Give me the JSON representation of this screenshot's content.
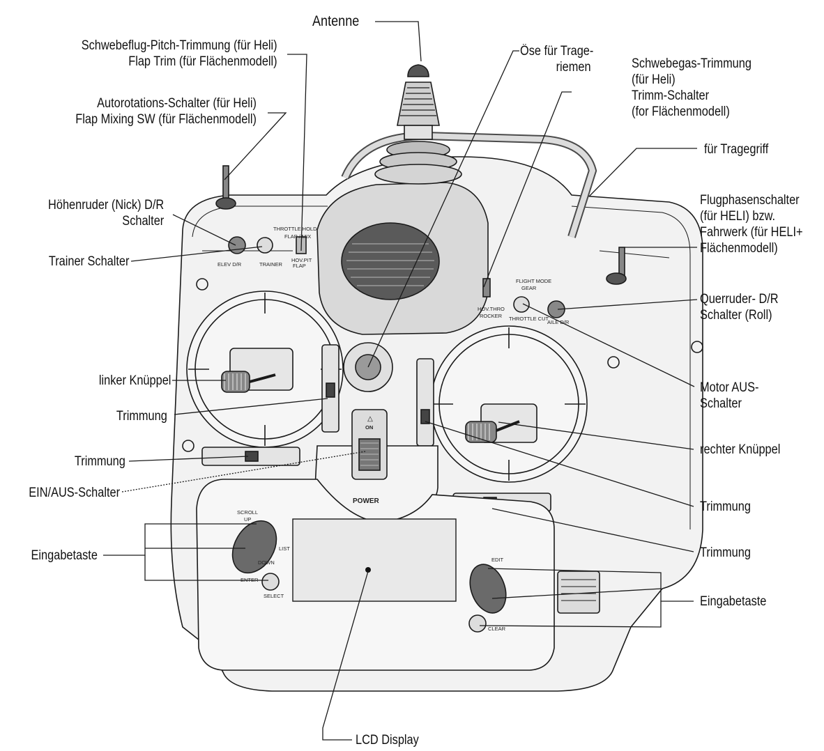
{
  "labels": {
    "antenne": "Antenne",
    "pitch_trim_1": "Schwebeflug-Pitch-Trimmung (für Heli)",
    "pitch_trim_2": "Flap Trim (für Flächenmodell)",
    "autorot_1": "Autorotations-Schalter (für Heli)",
    "autorot_2": "Flap Mixing SW (für Flächenmodell)",
    "hoehen_1": "Höhenruder (Nick) D/R",
    "hoehen_2": "Schalter",
    "trainer": "Trainer Schalter",
    "linker_knueppel": "linker Knüppel",
    "trimmung_left_stick": "Trimmung",
    "trimmung_left_bottom": "Trimmung",
    "ein_aus": "EIN/AUS-Schalter",
    "eingabe_left": "Eingabetaste",
    "oese_1": "Öse für Trage-",
    "oese_2": "riemen",
    "schwebegas_1": "Schwebegas-Trimmung",
    "schwebegas_2": "(für Heli)",
    "schwebegas_3": "Trimm-Schalter",
    "schwebegas_4": "(for Flächenmodell)",
    "tragegriff": "für Tragegriff",
    "flugphasen_1": "Flugphasenschalter",
    "flugphasen_2": "(für HELI) bzw.",
    "flugphasen_3": "Fahrwerk (für HELI+",
    "flugphasen_4": "Flächenmodell)",
    "quer_1": "Querruder- D/R",
    "quer_2": "Schalter (Roll)",
    "motor_1": "Motor AUS-",
    "motor_2": "Schalter",
    "rechter_knueppel": "rechter Knüppel",
    "trimmung_right_stick": "Trimmung",
    "trimmung_right_bottom": "Trimmung",
    "eingabe_right": "Eingabetaste",
    "lcd": "LCD Display"
  },
  "device_text": {
    "throttle_hold": "THROTTLE HOLD",
    "flap_mix": "FLAP / MIX",
    "elev_dr": "ELEV D/R",
    "trainer": "TRAINER",
    "hov_pit": "HOV.PIT",
    "flap": "FLAP",
    "flight_mode": "FLIGHT MODE",
    "gear": "GEAR",
    "hov_thro": "HOV.THRO",
    "rocker": "ROCKER",
    "throttle_cut": "THROTTLE CUT",
    "aile_dr": "AILE D/R",
    "on": "ON",
    "power": "POWER",
    "scroll": "SCROLL",
    "up": "UP",
    "down": "DOWN",
    "list": "LIST",
    "enter": "ENTER",
    "select": "SELECT",
    "edit": "EDIT",
    "clear": "CLEAR"
  },
  "colors": {
    "line": "#1a1a1a",
    "body_shade": "#e8e8e8",
    "dark": "#3a3a3a"
  }
}
